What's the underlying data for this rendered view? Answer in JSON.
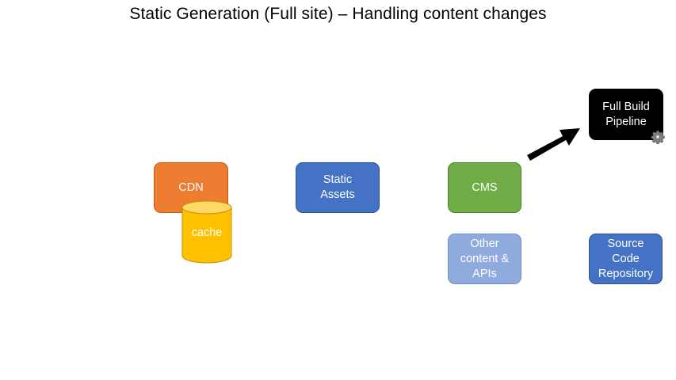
{
  "title": "Static Generation (Full site) – Handling content changes",
  "nodes": {
    "cdn": "CDN",
    "cache": "cache",
    "static_assets": [
      "Static",
      "Assets"
    ],
    "cms": "CMS",
    "other_content": [
      "Other",
      "content &",
      "APIs"
    ],
    "full_build_pipeline": [
      "Full Build",
      "Pipeline"
    ],
    "source_repository": [
      "Source",
      "Code",
      "Repository"
    ]
  },
  "icons": {
    "pipeline_badge": "gear-icon",
    "cms_to_pipeline": "arrow-icon"
  },
  "colors": {
    "cdn": "#ed7d31",
    "cache": "#ffc000",
    "static_assets": "#4472c4",
    "cms": "#70ad47",
    "other_content": "#8faadc",
    "full_build_pipeline": "#000000",
    "source_repository": "#4472c4"
  }
}
